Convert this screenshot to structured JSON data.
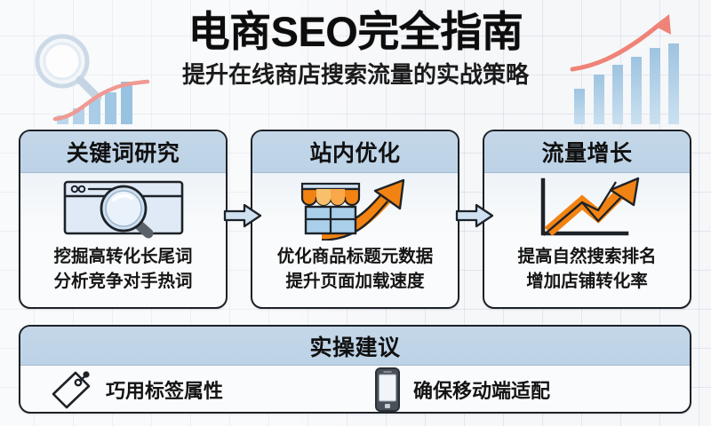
{
  "header": {
    "title": "电商SEO完全指南",
    "subtitle": "提升在线商店搜索流量的实战策略",
    "deco_left_icon": "magnifier-chart-decoration",
    "deco_right_icon": "growth-bar-chart-decoration"
  },
  "colors": {
    "background": "#f6f7f9",
    "grid_line": "#b0c0d2",
    "card_border": "#1d2228",
    "card_header": "#c4d7e9",
    "card_body": "#fafbfc",
    "accent_orange": "#f28312",
    "accent_salmon": "#ef8378",
    "icon_blue": "#b9d4ea",
    "text_dark": "#101010"
  },
  "cards": [
    {
      "id": "keyword-research",
      "title": "关键词研究",
      "icon": "browser-magnifier-icon",
      "lines": [
        "挖掘高转化长尾词",
        "分析竞争对手热词"
      ]
    },
    {
      "id": "onsite-optimization",
      "title": "站内优化",
      "icon": "storefront-growth-icon",
      "lines": [
        "优化商品标题元数据",
        "提升页面加载速度"
      ]
    },
    {
      "id": "traffic-growth",
      "title": "流量增长",
      "icon": "growth-chart-arrow-icon",
      "lines": [
        "提高自然搜索排名",
        "增加店铺转化率"
      ]
    }
  ],
  "connectors": [
    {
      "id": "arrow-1",
      "icon": "arrow-right-icon"
    },
    {
      "id": "arrow-2",
      "icon": "arrow-right-icon"
    }
  ],
  "tips": {
    "title": "实操建议",
    "items": [
      {
        "id": "tag-attributes",
        "icon": "price-tag-icon",
        "label": "巧用标签属性"
      },
      {
        "id": "mobile-friendly",
        "icon": "smartphone-icon",
        "label": "确保移动端适配"
      }
    ]
  }
}
